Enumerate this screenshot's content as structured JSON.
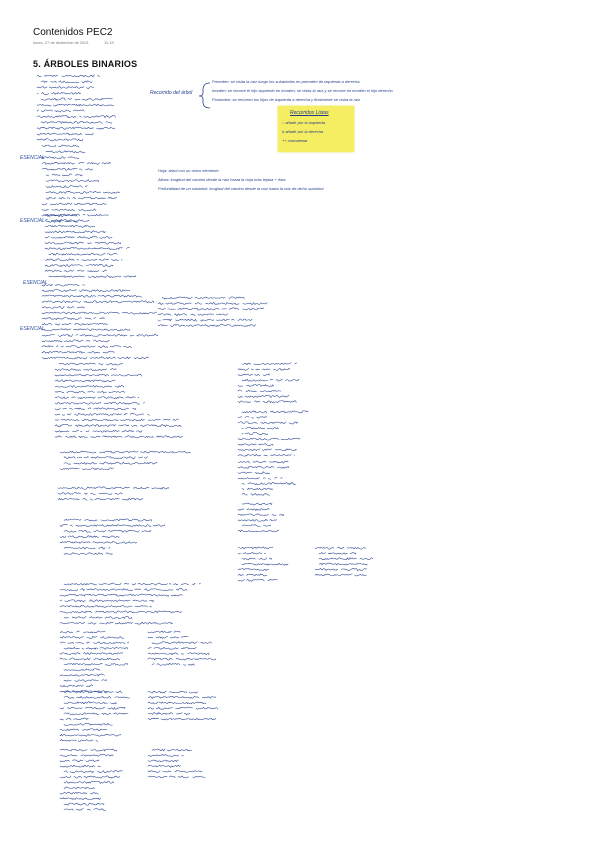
{
  "document": {
    "title": "Contenidos PEC2",
    "date": "lunes, 27 de diciembre de 2021",
    "time": "11:19",
    "section_title": "5. ÁRBOLES BINARIOS"
  },
  "margin_labels": [
    "ESENCIAL",
    "ESENCIAL",
    "ESENCIAL",
    "ESENCIAL"
  ],
  "recorrido": {
    "label": "Recorrido del árbol",
    "preorden": "Preorden: se visita la raíz luego los subárboles en preorden de izquierda a derecha.",
    "inorden": "Inorden: se recorre el hijo izquierdo en inorden, se visita la raíz y se recorre en inorden el hijo derecho",
    "postorden": "Postorden: se recorren los hijos de izquierda a derecha y finalmente se visita la raíz"
  },
  "highlight_box": {
    "title": "Recorridos Listas",
    "items": [
      ":: añadir por la izquierda",
      "# añadir por la derecha",
      "++ concatenar"
    ]
  },
  "definitions": {
    "hoja": "Hoja: árbol con un único elemento",
    "altura": "Altura: longitud del camino desde la raíz hasta la hoja más lejana + ésta",
    "profundidad": "Profundidad de un subárbol: longitud del camino desde la raíz hasta la raíz de dicho subárbol"
  }
}
